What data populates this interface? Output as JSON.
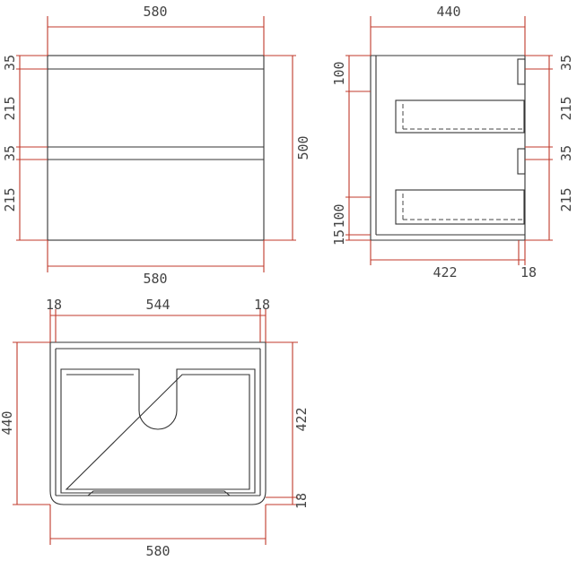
{
  "views": {
    "front": {
      "width_top": "580",
      "width_bottom": "580",
      "height_total": "500",
      "left_segments": [
        "35",
        "215",
        "35",
        "215"
      ],
      "right_segments": []
    },
    "side": {
      "depth_top": "440",
      "depth_bottom": "422",
      "panel_thickness": "18",
      "left_segments": [
        "100",
        "100",
        "15"
      ],
      "right_segments": [
        "35",
        "215",
        "35",
        "215"
      ]
    },
    "plan": {
      "inner_width": "544",
      "side_left": "18",
      "side_right": "18",
      "depth_total": "440",
      "depth_inner": "422",
      "front_thickness": "18",
      "width_bottom": "580"
    }
  },
  "colors": {
    "dimension_line": "#c0392b",
    "outline": "#333333",
    "text": "#444444",
    "background": "#ffffff"
  }
}
